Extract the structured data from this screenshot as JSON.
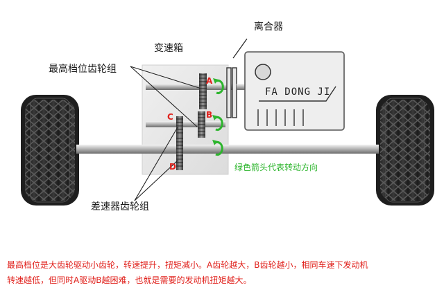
{
  "labels": {
    "gearbox": "变速箱",
    "clutch": "离合器",
    "top_gear_set": "最高档位齿轮组",
    "diff_gear_set": "差速器齿轮组",
    "engine": "FA DONG JI",
    "legend": "绿色箭头代表转动方向"
  },
  "gears": {
    "a": "A",
    "b": "B",
    "c": "C",
    "d": "D"
  },
  "caption": {
    "line1": "最高档位是大齿轮驱动小齿轮，转速提升，扭矩减小。A齿轮越大，B齿轮越小，相同车速下发动机",
    "line2": "转速越低，但同时A驱动B越困难，也就是需要的发动机扭矩越大。"
  },
  "icons": {
    "wheel": "tire-icon",
    "arrow": "rotation-arrow-icon"
  },
  "colors": {
    "gear_label": "#e0201b",
    "arrow": "#2db52d",
    "caption": "#e0201b"
  }
}
